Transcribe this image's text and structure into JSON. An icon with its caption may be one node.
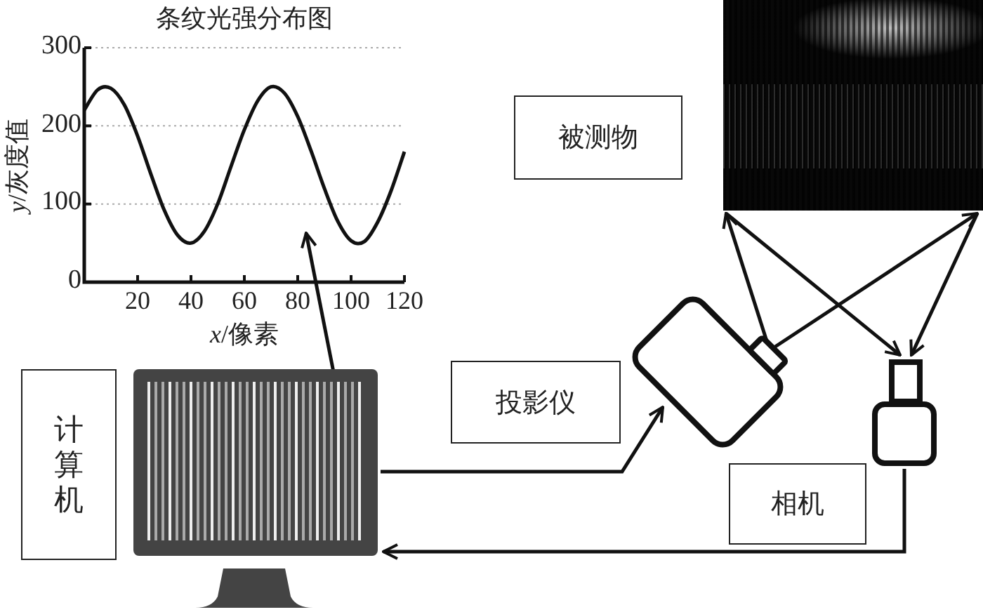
{
  "diagram": {
    "nodes": [
      {
        "text": [],
        "shape": "picture"
      },
      {
        "text": [
          "计算机"
        ]
      },
      {
        "text": [],
        "shape": "picture"
      },
      {
        "text": [
          "投影仪"
        ]
      },
      {
        "text": [],
        "shape": "box"
      },
      {
        "text": [
          "被测物"
        ]
      },
      {
        "text": [],
        "shape": "picture"
      },
      {
        "text": [
          "相机"
        ]
      },
      {
        "text": [],
        "shape": "box"
      }
    ],
    "edges": [
      {
        "from": 2,
        "to": 0,
        "arrow": "to"
      },
      {
        "from": 2,
        "to": 4,
        "arrow": "to"
      },
      {
        "from": 4,
        "to": 6,
        "arrow": "to"
      },
      {
        "from": 4,
        "to": 6,
        "arrow": "to"
      },
      {
        "from": 6,
        "to": 8,
        "arrow": "to"
      },
      {
        "from": 6,
        "to": 8,
        "arrow": "to"
      },
      {
        "from": 8,
        "to": 2,
        "arrow": "to"
      }
    ],
    "chart_data": {
      "type": "line",
      "title": "条纹光强分布图",
      "xlabel": "*x*/像素",
      "ylabel": "*y*/灰度值",
      "x": [
        0,
        5,
        10,
        15,
        20,
        25,
        30,
        35,
        40,
        45,
        50,
        55,
        60,
        65,
        70,
        75,
        80,
        85,
        90,
        95,
        100,
        105,
        110,
        115,
        120
      ],
      "series": [
        {
          "values": [
            220,
            246,
            248,
            227,
            187,
            138,
            92,
            60,
            50,
            65,
            100,
            148,
            195,
            232,
            250,
            242,
            212,
            168,
            120,
            78,
            53,
            52,
            77,
            117,
            167
          ]
        }
      ],
      "xlim": [
        0,
        120
      ],
      "ylim": [
        0,
        300
      ],
      "xticks": [
        20,
        40,
        60,
        80,
        100,
        120
      ],
      "yticks": [
        0,
        100,
        200,
        300
      ]
    }
  }
}
